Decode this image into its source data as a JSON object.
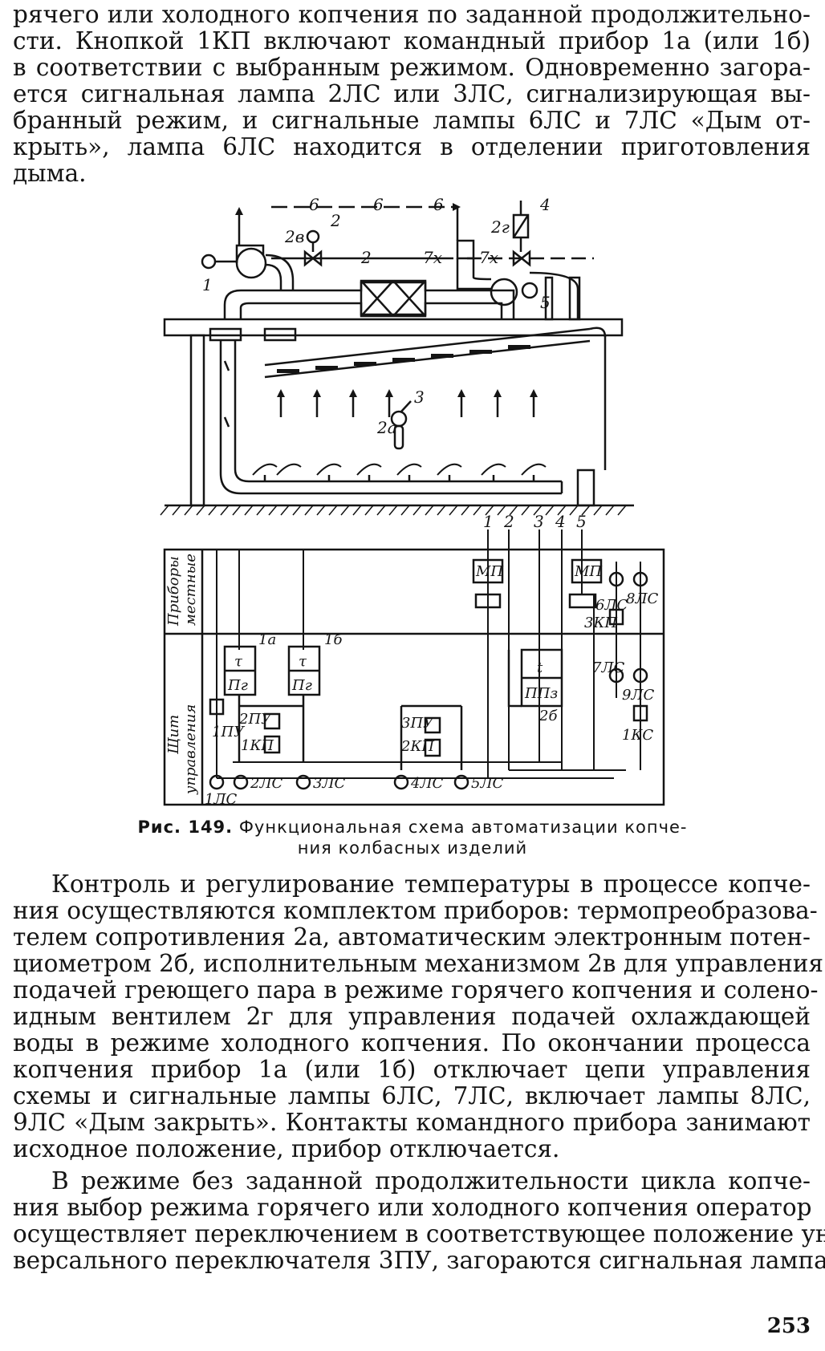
{
  "page": {
    "top_paragraph": [
      "рячего или холодного копчения по заданной продолжительно-",
      "сти. Кнопкой 1КП включают командный прибор 1а (или 1б)",
      "в соответствии с выбранным режимом. Одновременно загора-",
      "ется сигнальная лампа 2ЛС или 3ЛС, сигнализирующая вы-",
      "бранный режим, и сигнальные лампы 6ЛС и 7ЛС «Дым от-",
      "крыть», лампа 6ЛС находится в отделении приготовления",
      "дыма."
    ],
    "figure": {
      "caption_number": "Рис. 149.",
      "caption_line1": "Функциональная схема автоматизации копче-",
      "caption_line2": "ния колбасных изделий",
      "labels": {
        "l1": "1",
        "l2": "2",
        "l2v": "2в",
        "l2g": "2г",
        "l4": "4",
        "l5": "5",
        "l6a": "6",
        "l6b": "6",
        "l6c": "6",
        "l7x_a": "7х",
        "l7x_b": "7х",
        "l3": "3",
        "l2a": "2а",
        "n1": "1",
        "n2": "2",
        "n3": "3",
        "n4": "4",
        "n5": "5",
        "side_top1": "Приборы",
        "side_top2": "местные",
        "side_bot1": "Щит",
        "side_bot2": "управления",
        "mp1": "МП",
        "mp2": "МП",
        "dev1a": "1а",
        "dev1b": "1б",
        "tau": "τ",
        "pg": "Пг",
        "t": "t",
        "pp3": "ППз",
        "dev2b": "2б",
        "pu1": "1ПУ",
        "pu2": "2ПУ",
        "kp1": "1КП",
        "pu3": "3ПУ",
        "kp2": "2КП",
        "ls1": "1ЛС",
        "ls2": "2ЛС",
        "ls3": "3ЛС",
        "ls4": "4ЛС",
        "ls5": "5ЛС",
        "ls6": "6ЛС",
        "ls7": "7ЛС",
        "ls8": "8ЛС",
        "ls9": "9ЛС",
        "kp3": "3КП",
        "ks1": "1КС"
      }
    },
    "bottom_paragraph1": [
      "Контроль и регулирование температуры в процессе копче-",
      "ния осуществляются комплектом приборов: термопреобразова-",
      "телем сопротивления 2а, автоматическим электронным потен-",
      "циометром 2б, исполнительным механизмом 2в для управления",
      "подачей греющего пара в режиме горячего копчения и солено-",
      "идным вентилем 2г для управления подачей охлаждающей",
      "воды в режиме холодного копчения. По окончании процесса",
      "копчения прибор 1а (или 1б) отключает цепи управления",
      "схемы и сигнальные лампы 6ЛС, 7ЛС, включает лампы 8ЛС,",
      "9ЛС «Дым закрыть». Контакты командного прибора занимают",
      "исходное положение, прибор отключается."
    ],
    "bottom_paragraph2": [
      "В режиме без заданной продолжительности цикла копче-",
      "ния выбор режима горячего или холодного копчения оператор",
      "осуществляет переключением в соответствующее положение уни-",
      "версального переключателя 3ПУ, загораются сигнальная лампа"
    ],
    "page_number": "253"
  }
}
